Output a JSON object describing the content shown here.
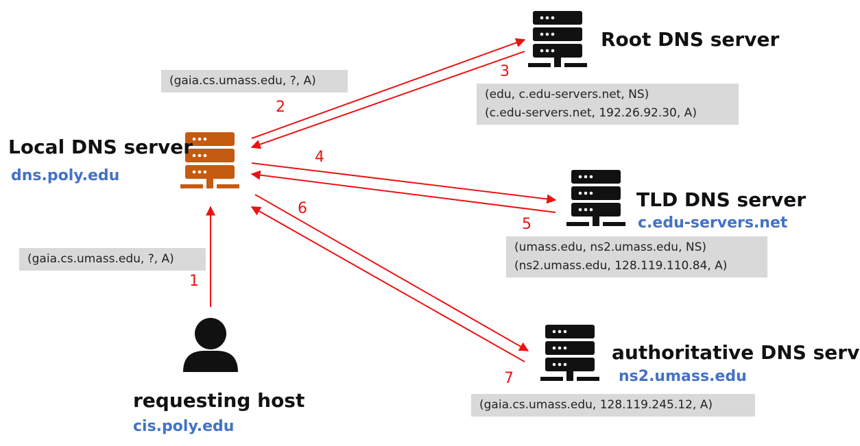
{
  "colors": {
    "arrow": "#ee1111",
    "local_server": "#c55a11",
    "server": "#111111",
    "host": "#111111",
    "subtitle": "#4472c4",
    "message_box": "#d9d9d9"
  },
  "nodes": {
    "local": {
      "title": "Local DNS server",
      "subtitle": "dns.poly.edu",
      "icon": "server-icon"
    },
    "root": {
      "title": "Root DNS server",
      "icon": "server-icon"
    },
    "tld": {
      "title": "TLD DNS server",
      "subtitle": "c.edu-servers.net",
      "icon": "server-icon"
    },
    "auth": {
      "title": "authoritative DNS server",
      "subtitle": "ns2.umass.edu",
      "icon": "server-icon"
    },
    "host": {
      "title": "requesting host",
      "subtitle": "cis.poly.edu",
      "icon": "user-icon"
    }
  },
  "steps": [
    "1",
    "2",
    "3",
    "4",
    "5",
    "6",
    "7"
  ],
  "messages": {
    "query_host": "(gaia.cs.umass.edu, ?, A)",
    "query_local": "(gaia.cs.umass.edu, ?, A)",
    "root_reply": [
      "(edu, c.edu-servers.net, NS)",
      "(c.edu-servers.net, 192.26.92.30, A)"
    ],
    "tld_reply": [
      "(umass.edu, ns2.umass.edu, NS)",
      "(ns2.umass.edu, 128.119.110.84, A)"
    ],
    "auth_reply": "(gaia.cs.umass.edu, 128.119.245.12, A)"
  }
}
